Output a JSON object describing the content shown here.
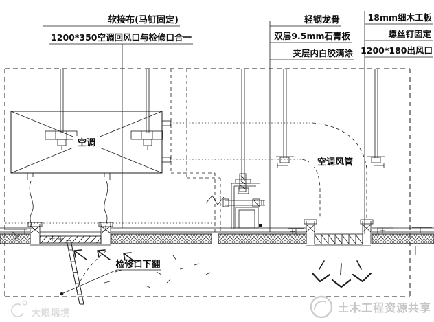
{
  "drawing": {
    "title_labels": {
      "soft_connect": "软接布(马钉固定)",
      "return_opening": "1200*350空调回风口与检修口合一",
      "steel_keel": "轻钢龙骨",
      "gypsum_board": "双层9.5mm石膏板",
      "white_glue": "夹层内白胶满涂",
      "blockboard": "18mm细木工板",
      "screw_fix": "螺丝钉固定",
      "outlet": "1200*180出风口",
      "ac_unit": "空调",
      "ac_duct": "空调风管",
      "access_flip": "检修口下翻"
    },
    "watermarks": {
      "left": "大眼瑞境",
      "right": "土木工程资源共享"
    },
    "colors": {
      "line": "#1c1c1c",
      "background": "#ffffff",
      "watermark_gray": "#c6c6c6"
    }
  }
}
